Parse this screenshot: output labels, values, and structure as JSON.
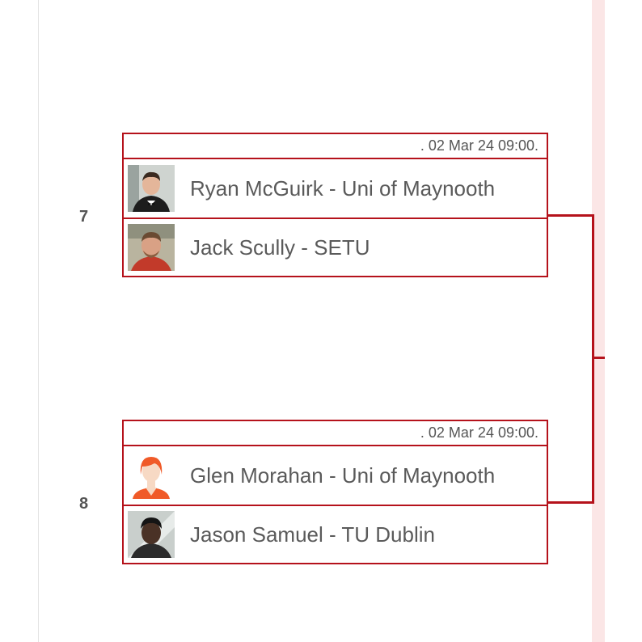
{
  "bracket": {
    "matches": [
      {
        "number": "7",
        "date": ". 02 Mar 24 09:00.",
        "players": [
          {
            "name": "Ryan McGuirk - Uni of Maynooth",
            "avatar": "photo"
          },
          {
            "name": "Jack Scully - SETU",
            "avatar": "photo"
          }
        ]
      },
      {
        "number": "8",
        "date": ". 02 Mar 24 09:00.",
        "players": [
          {
            "name": "Glen Morahan - Uni of Maynooth",
            "avatar": "placeholder-person"
          },
          {
            "name": "Jason Samuel - TU Dublin",
            "avatar": "photo"
          }
        ]
      }
    ]
  },
  "colors": {
    "accent": "#b5121b",
    "text": "#5a5a5a",
    "side_band": "#fbe6e6",
    "placeholder_avatar": "#f05a28"
  }
}
